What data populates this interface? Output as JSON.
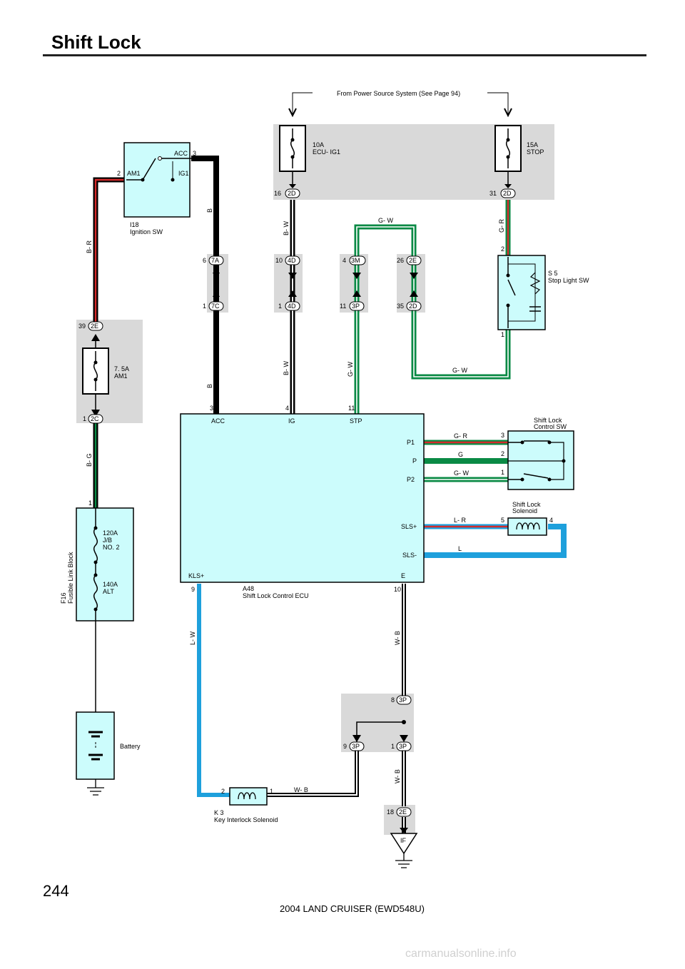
{
  "page": {
    "title": "Shift Lock",
    "page_number": "244",
    "footer": "2004 LAND CRUISER (EWD548U)",
    "watermark": "carmanualsonline.info"
  },
  "colors": {
    "panel": "#ccfcfc",
    "shade": "#d9d9d9",
    "red": "#d42b2b",
    "green": "#0a8a45",
    "blue": "#1ea0dc",
    "black": "#000000"
  },
  "power": {
    "label": "From Power Source System (See Page 94)"
  },
  "fuses": {
    "ecu_ig1": {
      "rating": "10A",
      "name": "ECU- IG1"
    },
    "stop": {
      "rating": "15A",
      "name": "STOP"
    },
    "am1": {
      "rating": "7. 5A",
      "name": "AM1"
    },
    "jb2": {
      "rating": "120A",
      "line2": "J/B",
      "line3": "NO. 2"
    },
    "alt": {
      "rating": "140A",
      "name": "ALT"
    }
  },
  "components": {
    "ignition_sw": {
      "id": "I18",
      "name": "Ignition SW",
      "acc": "ACC",
      "ig1": "IG1",
      "am1": "AM1",
      "pin_acc": "3",
      "pin_am1": "2"
    },
    "stop_light_sw": {
      "id": "S 5",
      "name": "Stop Light SW",
      "pin_top": "2",
      "pin_bottom": "1"
    },
    "fusible_link": {
      "id": "F16",
      "name": "Fusible Link Block",
      "pin": "1"
    },
    "battery": {
      "name": "Battery"
    },
    "ecu": {
      "id": "A48",
      "name": "Shift Lock Control ECU",
      "acc": "ACC",
      "ig": "IG",
      "stp": "STP",
      "p1": "P1",
      "p": "P",
      "p2": "P2",
      "sls_plus": "SLS+",
      "sls_minus": "SLS-",
      "kls_plus": "KLS+",
      "e": "E",
      "pin_acc": "3",
      "pin_ig": "4",
      "pin_stp": "11",
      "pin_kls": "9",
      "pin_e": "10"
    },
    "shift_lock_sw": {
      "name1": "Shift Lock",
      "name2": "Control SW",
      "pin3": "3",
      "pin2": "2",
      "pin1": "1"
    },
    "shift_lock_sol": {
      "name1": "Shift Lock",
      "name2": "Solenoid",
      "pin5": "5",
      "pin4": "4"
    },
    "key_interlock": {
      "id": "K 3",
      "name": "Key Interlock Solenoid",
      "pin2": "2",
      "pin1": "1"
    },
    "ground": {
      "name": "IF"
    }
  },
  "connectors": {
    "c2d_16": {
      "pin": "16",
      "code": "2D"
    },
    "c2d_31": {
      "pin": "31",
      "code": "2D"
    },
    "c7a": {
      "pin": "6",
      "code": "7A"
    },
    "c7c": {
      "pin": "1",
      "code": "7C"
    },
    "c4d_10": {
      "pin": "10",
      "code": "4D"
    },
    "c4d_1": {
      "pin": "1",
      "code": "4D"
    },
    "c3m": {
      "pin": "4",
      "code": "3M"
    },
    "c3p_11": {
      "pin": "11",
      "code": "3P"
    },
    "c2e_26": {
      "pin": "26",
      "code": "2E"
    },
    "c2d_35": {
      "pin": "35",
      "code": "2D"
    },
    "c2e_39": {
      "pin": "39",
      "code": "2E"
    },
    "c2c": {
      "pin": "1",
      "code": "2C"
    },
    "c3p_8": {
      "pin": "8",
      "code": "3P"
    },
    "c3p_9": {
      "pin": "9",
      "code": "3P"
    },
    "c3p_1": {
      "pin": "1",
      "code": "3P"
    },
    "c2e_18": {
      "pin": "18",
      "code": "2E"
    }
  },
  "wires": {
    "b_r": "B- R",
    "b": "B",
    "b_w": "B- W",
    "g_w": "G- W",
    "g_r": "G- R",
    "g": "G",
    "b_g": "B- G",
    "l_r": "L- R",
    "l": "L",
    "l_w": "L- W",
    "w_b": "W- B"
  }
}
